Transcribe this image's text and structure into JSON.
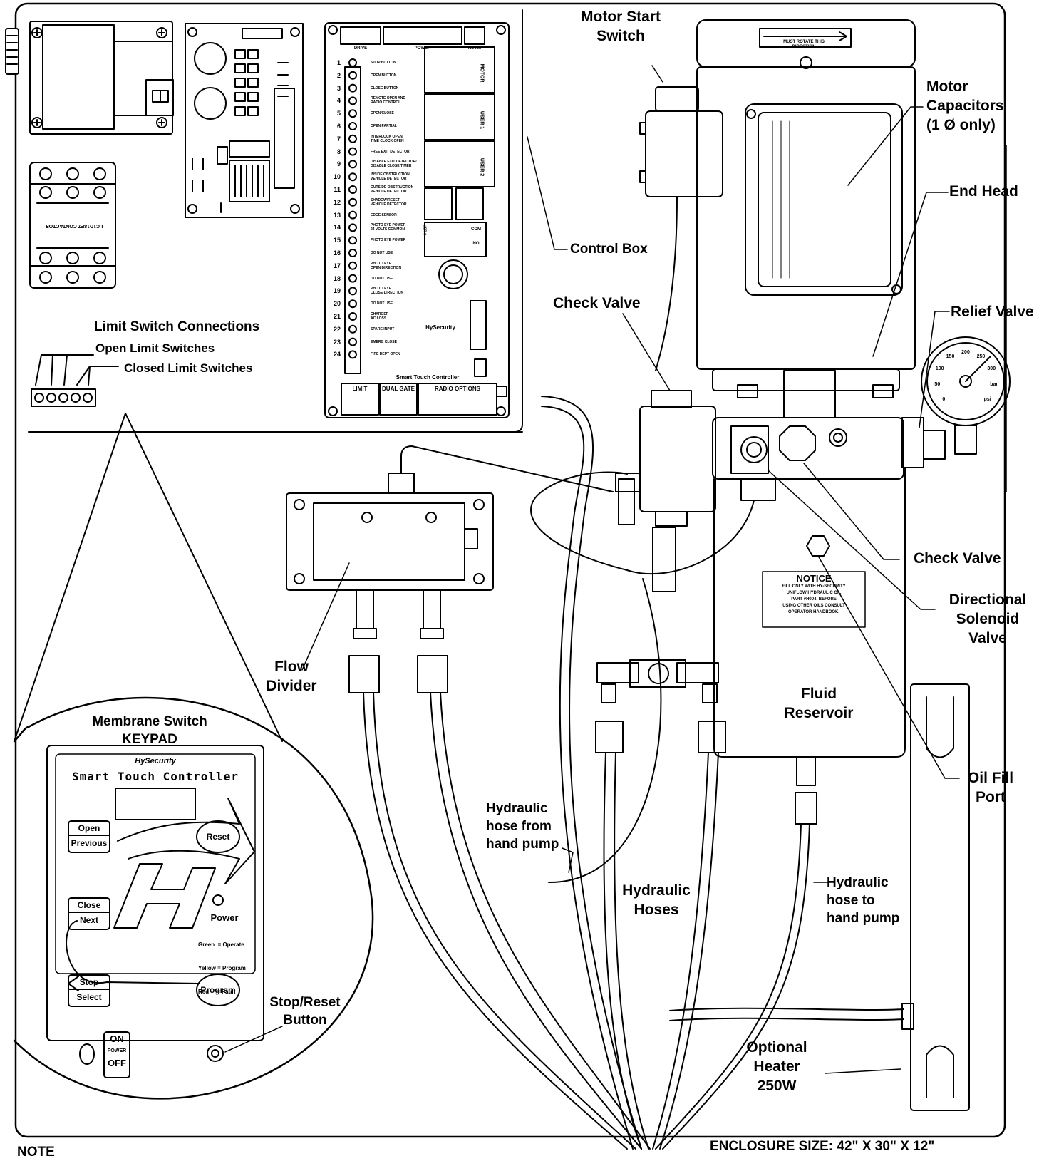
{
  "labels": {
    "motor_start_switch": [
      "Motor Start",
      "Switch"
    ],
    "motor_capacitors": [
      "Motor",
      "Capacitors",
      "(1 Ø only)"
    ],
    "end_head": "End Head",
    "control_box": "Control Box",
    "check_valve_top": "Check Valve",
    "relief_valve": "Relief Valve",
    "check_valve_right": "Check Valve",
    "directional_solenoid_valve": [
      "Directional",
      "Solenoid",
      "Valve"
    ],
    "flow_divider": [
      "Flow",
      "Divider"
    ],
    "fluid_reservoir": [
      "Fluid",
      "Reservoir"
    ],
    "oil_fill_port": [
      "Oil Fill",
      "Port"
    ],
    "hydraulic_hose_from_hand_pump": [
      "Hydraulic",
      "hose from",
      "hand pump"
    ],
    "hydraulic_hoses": [
      "Hydraulic",
      "Hoses"
    ],
    "hydraulic_hose_to_hand_pump": [
      "Hydraulic",
      "hose to",
      "hand pump"
    ],
    "optional_heater": [
      "Optional",
      "Heater",
      "250W"
    ],
    "stop_reset_button": [
      "Stop/Reset",
      "Button"
    ],
    "membrane_switch_keypad": [
      "Membrane Switch",
      "KEYPAD"
    ],
    "limit_switch_connections": "Limit Switch Connections",
    "open_limit_switches": "Open Limit Switches",
    "closed_limit_switches": "Closed Limit Switches",
    "enclosure_size": "ENCLOSURE SIZE: 42\" X 30\" X 12\"",
    "note": "NOTE"
  },
  "motor": {
    "rotate_note": [
      "MUST ROTATE THIS",
      "DIRECTION"
    ]
  },
  "notice_plate": {
    "title": "NOTICE",
    "lines": [
      "FILL ONLY WITH HY-SECURITY",
      "UNIFLOW HYDRAULIC OIL",
      "PART #H004. BEFORE",
      "USING OTHER OILS CONSULT",
      "OPERATOR HANDBOOK."
    ]
  },
  "contactor_label": "LC1D18E7 CONTACTOR",
  "controller": {
    "title": "Smart Touch Controller",
    "brand": "HySecurity",
    "top_headers": [
      "DRIVE",
      "POWER",
      "RS485"
    ],
    "bottom_headers": [
      "LIMIT",
      "DUAL GATE",
      "RADIO OPTIONS"
    ],
    "side_labels": [
      "MOTOR",
      "USER 1",
      "USER 2"
    ],
    "com_label": "COM",
    "no_label": "NO",
    "usr3_label": "USR 3",
    "terminals": [
      {
        "n": "1",
        "t": [
          "STOP BUTTON"
        ]
      },
      {
        "n": "2",
        "t": [
          "OPEN BUTTON"
        ]
      },
      {
        "n": "3",
        "t": [
          "CLOSE BUTTON"
        ]
      },
      {
        "n": "4",
        "t": [
          "REMOTE OPEN AND",
          "RADIO CONTROL"
        ]
      },
      {
        "n": "5",
        "t": [
          "OPEN/CLOSE"
        ]
      },
      {
        "n": "6",
        "t": [
          "OPEN PARTIAL"
        ]
      },
      {
        "n": "7",
        "t": [
          "INTERLOCK OPEN/",
          "TIME CLOCK OPEN"
        ]
      },
      {
        "n": "8",
        "t": [
          "FREE EXIT DETECTOR"
        ]
      },
      {
        "n": "9",
        "t": [
          "DISABLE EXIT DETECTOR/",
          "DISABLE CLOSE TIMER"
        ]
      },
      {
        "n": "10",
        "t": [
          "INSIDE OBSTRUCTION",
          "VEHICLE DETECTOR"
        ]
      },
      {
        "n": "11",
        "t": [
          "OUTSIDE OBSTRUCTION",
          "VEHICLE DETECTOR"
        ]
      },
      {
        "n": "12",
        "t": [
          "SHADOW/RESET",
          "VEHICLE DETECTOR"
        ]
      },
      {
        "n": "13",
        "t": [
          "EDGE SENSOR"
        ]
      },
      {
        "n": "14",
        "t": [
          "PHOTO EYE POWER",
          "24 VOLTS COMMON"
        ]
      },
      {
        "n": "15",
        "t": [
          "PHOTO EYE POWER"
        ]
      },
      {
        "n": "16",
        "t": [
          "DO NOT USE"
        ]
      },
      {
        "n": "17",
        "t": [
          "PHOTO EYE",
          "OPEN DIRECTION"
        ]
      },
      {
        "n": "18",
        "t": [
          "DO NOT USE"
        ]
      },
      {
        "n": "19",
        "t": [
          "PHOTO EYE",
          "CLOSE DIRECTION"
        ]
      },
      {
        "n": "20",
        "t": [
          "DO NOT USE"
        ]
      },
      {
        "n": "21",
        "t": [
          "CHARGER",
          "AC LOSS"
        ]
      },
      {
        "n": "22",
        "t": [
          "SPARE INPUT"
        ]
      },
      {
        "n": "23",
        "t": [
          "EMERG CLOSE"
        ]
      },
      {
        "n": "24",
        "t": [
          "FIRE DEPT OPEN"
        ]
      }
    ]
  },
  "gauge": {
    "ticks": [
      "0",
      "50",
      "100",
      "150",
      "200",
      "250",
      "300",
      "bar",
      "psi"
    ]
  },
  "keypad": {
    "brand": "HySecurity",
    "title": "Smart Touch Controller",
    "buttons": {
      "open": "Open",
      "previous": "Previous",
      "reset": "Reset",
      "close": "Close",
      "next": "Next",
      "stop": "Stop",
      "select": "Select",
      "program": "Program"
    },
    "power_label": "Power",
    "power_legend": [
      "Green  = Operate",
      "Yellow = Program",
      "Red     = Fault"
    ],
    "switch_on": "ON",
    "switch_power": "POWER",
    "switch_off": "OFF"
  }
}
